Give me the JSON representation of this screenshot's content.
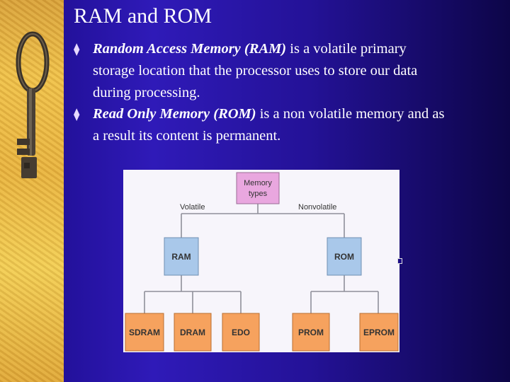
{
  "title": "RAM and ROM",
  "bullets": [
    {
      "term": "Random Access Memory (RAM)",
      "rest_line1": " is a volatile primary",
      "rest_line2": "storage location that the processor uses to store our data",
      "rest_line3": "during processing."
    },
    {
      "term": "Read Only Memory (ROM)",
      "rest_line1": " is a non volatile memory and as",
      "rest_line2": "a result its content is permanent."
    }
  ],
  "bullet_glyph": "⧫",
  "diagram": {
    "root_line1": "Memory",
    "root_line2": "types",
    "left_branch": "Volatile",
    "right_branch": "Nonvolatile",
    "ram": "RAM",
    "rom": "ROM",
    "ram_children": [
      "SDRAM",
      "DRAM",
      "EDO"
    ],
    "rom_children": [
      "PROM",
      "EPROM"
    ]
  },
  "colors": {
    "root_fill": "#e9a7df",
    "mid_fill": "#a9c8ea",
    "leaf_fill": "#f6a25e"
  }
}
